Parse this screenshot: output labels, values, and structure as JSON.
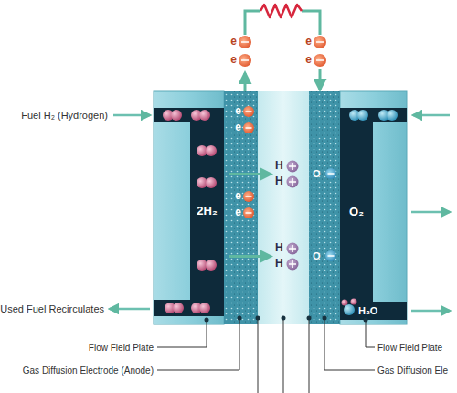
{
  "diagram": {
    "nodes": [
      {
        "text": [
          "2H₂"
        ]
      },
      {
        "text": [
          "O₂"
        ]
      }
    ],
    "labels": [
      "Fuel H₂ (Hydrogen)",
      "Used Fuel Recirculates",
      "Flow Field Plate",
      "Gas Diffusion Electrode (Anode)",
      "Flow Field Plate",
      "Gas Diffusion Ele",
      "e",
      "e",
      "e",
      "e",
      "e",
      "e",
      "e",
      "e",
      "H",
      "H",
      "H",
      "H",
      "O",
      "O",
      "H₂O"
    ]
  }
}
